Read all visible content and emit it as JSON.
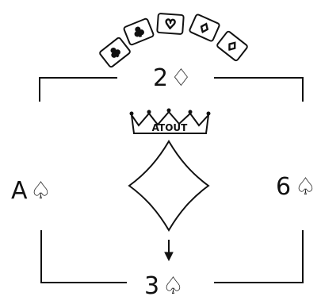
{
  "fan": {
    "cards": [
      {
        "suit": "club",
        "glyph": "♣"
      },
      {
        "suit": "club",
        "glyph": "♣"
      },
      {
        "suit": "heart",
        "glyph": "♡"
      },
      {
        "suit": "diamond",
        "glyph": "♢"
      },
      {
        "suit": "diamond",
        "glyph": "♢"
      }
    ]
  },
  "top_card": {
    "rank": "2",
    "suit_glyph": "♢"
  },
  "crown": {
    "label": "ATOUT"
  },
  "trump_suit": {
    "glyph": "♢",
    "name": "diamond"
  },
  "left_card": {
    "rank": "A",
    "suit_glyph": "♤"
  },
  "right_card": {
    "rank": "6",
    "suit_glyph": "♤"
  },
  "bottom_card": {
    "rank": "3",
    "suit_glyph": "♤"
  },
  "arrow": {
    "direction": "down"
  }
}
